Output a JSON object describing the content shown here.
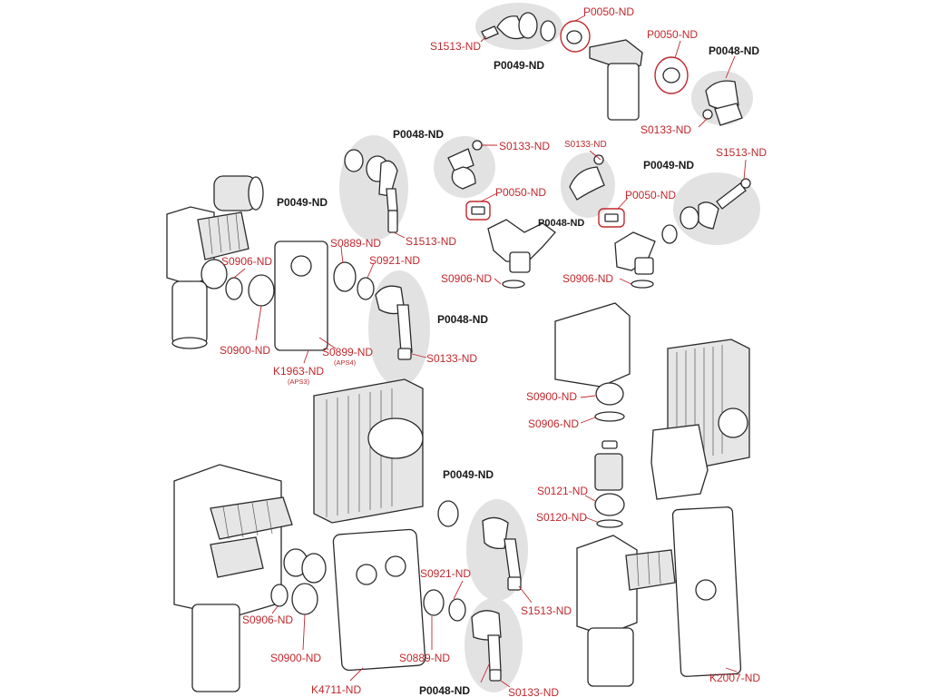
{
  "colors": {
    "label_red": "#c0282d",
    "label_black": "#1a1a1a",
    "halo_gray": "#e2e2e2"
  },
  "labels": {
    "S1513_top": "S1513-ND",
    "P0049_top": "P0049-ND",
    "P0050_top1": "P0050-ND",
    "P0050_top2": "P0050-ND",
    "P0048_top": "P0048-ND",
    "S0133_top": "S0133-ND",
    "P0048_mid": "P0048-ND",
    "S0133_mid": "S0133-ND",
    "S0133_small": "S0133-ND",
    "P0049_right": "P0049-ND",
    "S1513_right": "S1513-ND",
    "P0049_left": "P0049-ND",
    "P0050_mid1": "P0050-ND",
    "P0048_obscured": "P0048-ND",
    "P0050_mid2": "P0050-ND",
    "S1513_mid": "S1513-ND",
    "S0889_mid": "S0889-ND",
    "S0906_left": "S0906-ND",
    "S0921_mid": "S0921-ND",
    "S0906_mid1": "S0906-ND",
    "S0906_mid2": "S0906-ND",
    "P0048_left": "P0048-ND",
    "S0900_left": "S0900-ND",
    "S0899": "S0899-ND",
    "APS4": "(APS4)",
    "K1963": "K1963-ND",
    "APS3": "(APS3)",
    "S0133_left": "S0133-ND",
    "S0900_right": "S0900-ND",
    "S0906_right": "S0906-ND",
    "P0049_bottom": "P0049-ND",
    "S0121": "S0121-ND",
    "S0120": "S0120-ND",
    "S0921_bottom": "S0921-ND",
    "S1513_bottom": "S1513-ND",
    "S0906_bottom": "S0906-ND",
    "S0900_bottom": "S0900-ND",
    "S0889_bottom": "S0889-ND",
    "K4711": "K4711-ND",
    "P0048_bottom": "P0048-ND",
    "S0133_bottom": "S0133-ND",
    "K2007": "K2007-ND"
  }
}
